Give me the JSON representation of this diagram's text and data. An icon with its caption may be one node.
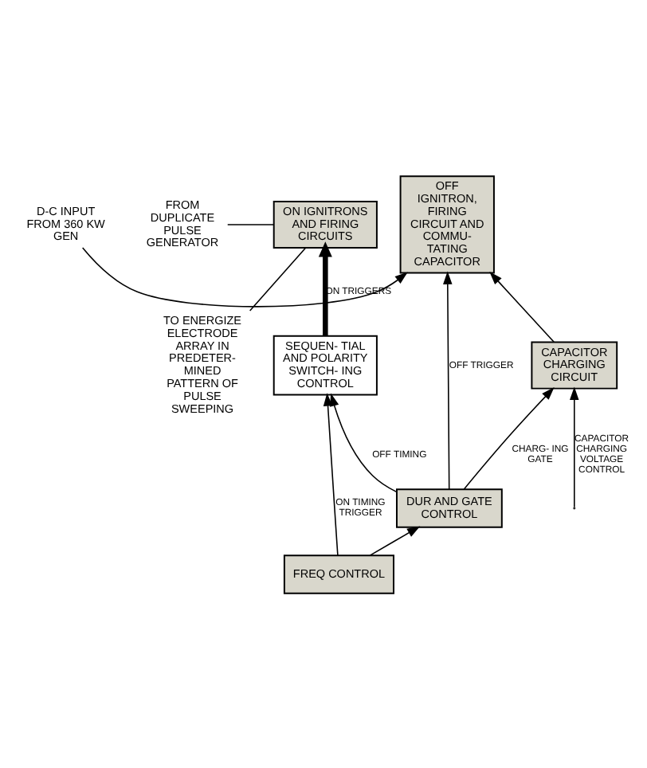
{
  "diagram": {
    "nodes": [
      {
        "text": [
          "OFF IGNITRON, FIRING CIRCUIT AND COMMU- TATING CAPACITOR"
        ]
      },
      {
        "text": [
          "ON IGNITRONS AND FIRING CIRCUITS"
        ]
      },
      {
        "text": [
          "D-C INPUT FROM 360 KW GEN"
        ]
      },
      {
        "text": [
          "CAPACITOR CHARGING CIRCUIT"
        ]
      },
      {
        "text": [
          "FREQ CONTROL"
        ]
      },
      {
        "text": [
          "DUR AND GATE CONTROL"
        ]
      },
      {
        "text": [
          "SEQUEN- TIAL AND POLARITY SWITCH- ING CONTROL"
        ]
      },
      {
        "text": [
          "FROM DUPLICATE PULSE GENERATOR"
        ]
      },
      {
        "text": [
          "TO ENERGIZE ELECTRODE ARRAY IN PREDETER- MINED PATTERN OF PULSE SWEEPING"
        ]
      }
    ],
    "edges": [
      {
        "from": 2,
        "to": 0,
        "arrow": "to"
      },
      {
        "from": 3,
        "to": 0,
        "arrow": "to"
      },
      {
        "from": 5,
        "to": 0,
        "arrow": "to",
        "label": "OFF TRIGGER"
      },
      {
        "from": 5,
        "to": 3,
        "arrow": "to",
        "label": "CHARG- ING GATE"
      },
      {
        "from": 4,
        "to": 5,
        "arrow": "to"
      },
      {
        "from": 4,
        "to": 6,
        "arrow": "to",
        "label": "ON TIMING TRIGGER"
      },
      {
        "from": 5,
        "to": 6,
        "arrow": "to",
        "label": "OFF TIMING"
      },
      {
        "from": 6,
        "to": 1,
        "arrow": "to",
        "label": "ON TRIGGERS",
        "style": "thick"
      },
      {
        "from": 7,
        "to": 1,
        "arrow": "none"
      },
      {
        "from": 1,
        "to": 8,
        "arrow": "none"
      },
      {
        "from": null,
        "to": 3,
        "arrow": "to",
        "label": "CAPACITOR CHARGING VOLTAGE CONTROL"
      }
    ]
  }
}
